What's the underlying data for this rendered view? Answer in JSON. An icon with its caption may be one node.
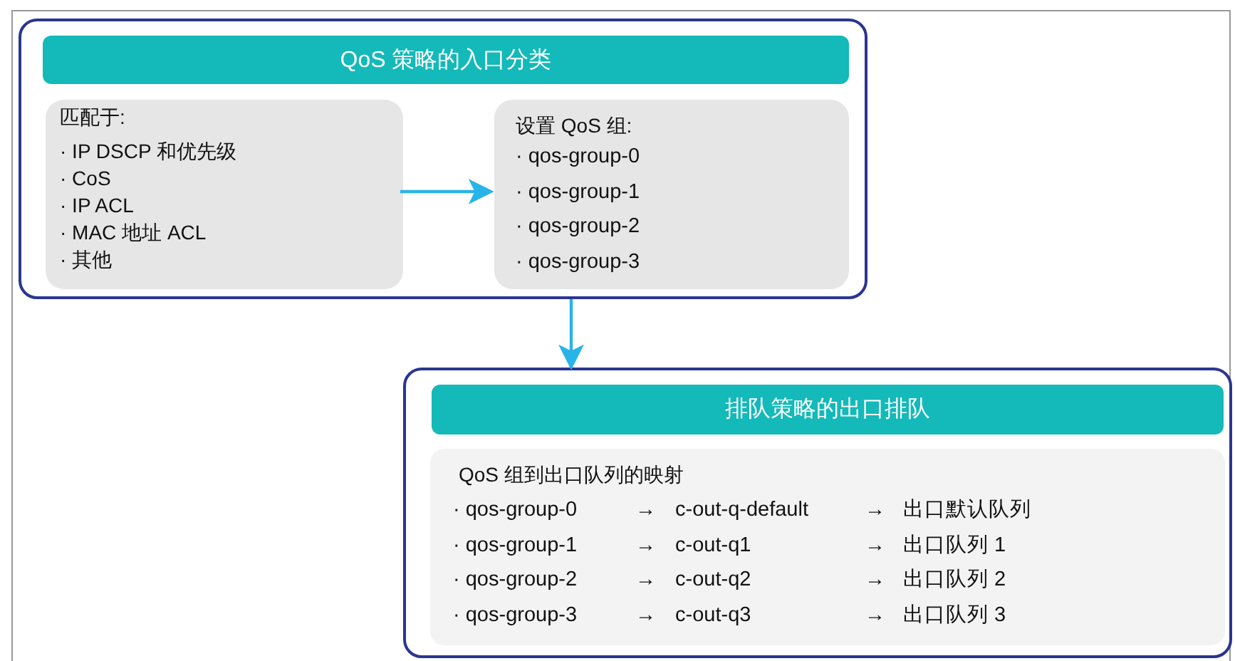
{
  "diagram": {
    "nodes": [
      {
        "text": [
          "QoS 策略的入口分类"
        ]
      },
      {
        "text": [
          "匹配于:",
          "· IP DSCP 和优先级",
          "· CoS",
          "· IP ACL",
          "· MAC 地址 ACL",
          "· 其他"
        ],
        "in": 0
      },
      {
        "text": [
          "设置 QoS 组:",
          "· qos-group-0",
          "· qos-group-1",
          "· qos-group-2",
          "· qos-group-3"
        ],
        "in": 0
      },
      {
        "text": [
          "排队策略的出口排队"
        ]
      },
      {
        "text": [
          "QoS 组到出口队列的映射",
          "· qos-group-0",
          "→",
          "c-out-q-default",
          "→",
          "出口默认队列",
          "· qos-group-1",
          "→",
          "c-out-q1",
          "→",
          "出口队列 1",
          "· qos-group-2",
          "→",
          "c-out-q2",
          "→",
          "出口队列 2",
          "· qos-group-3",
          "→",
          "c-out-q3",
          "→",
          "出口队列 3"
        ],
        "in": 3
      }
    ],
    "edges": [
      {
        "from": 1,
        "to": 2,
        "arrow": "to"
      },
      {
        "from": 0,
        "to": 3,
        "arrow": "to"
      }
    ]
  }
}
